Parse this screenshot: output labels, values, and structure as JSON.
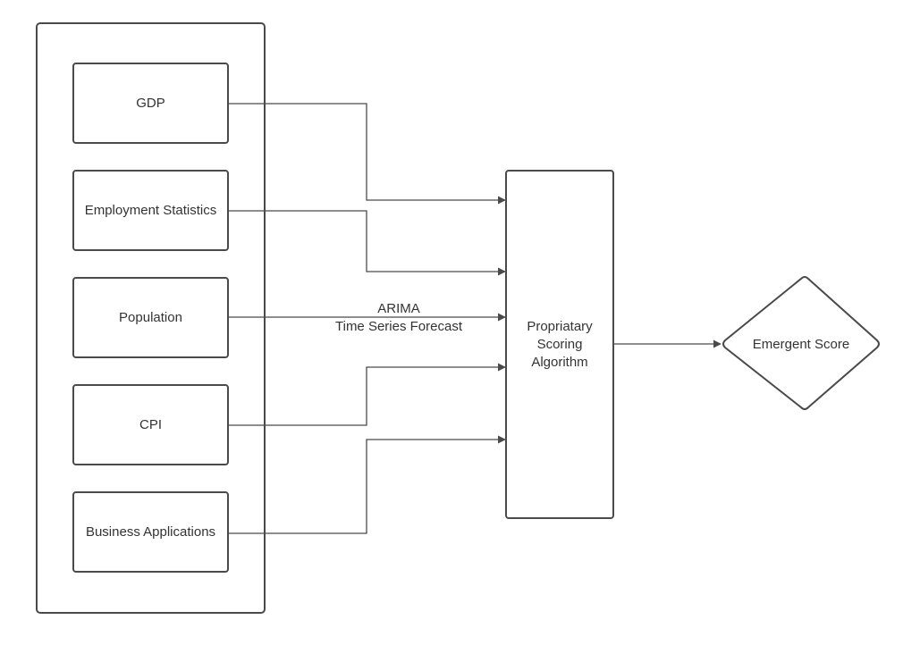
{
  "diagram": {
    "inputs": [
      {
        "label": "GDP"
      },
      {
        "label": "Employment Statistics"
      },
      {
        "label": "Population"
      },
      {
        "label": "CPI"
      },
      {
        "label": "Business Applications"
      }
    ],
    "edge_label": {
      "line1": "ARIMA",
      "line2": "Time Series Forecast"
    },
    "algorithm": {
      "line1": "Propriatary",
      "line2": "Scoring",
      "line3": "Algorithm"
    },
    "output": {
      "label": "Emergent Score"
    }
  }
}
